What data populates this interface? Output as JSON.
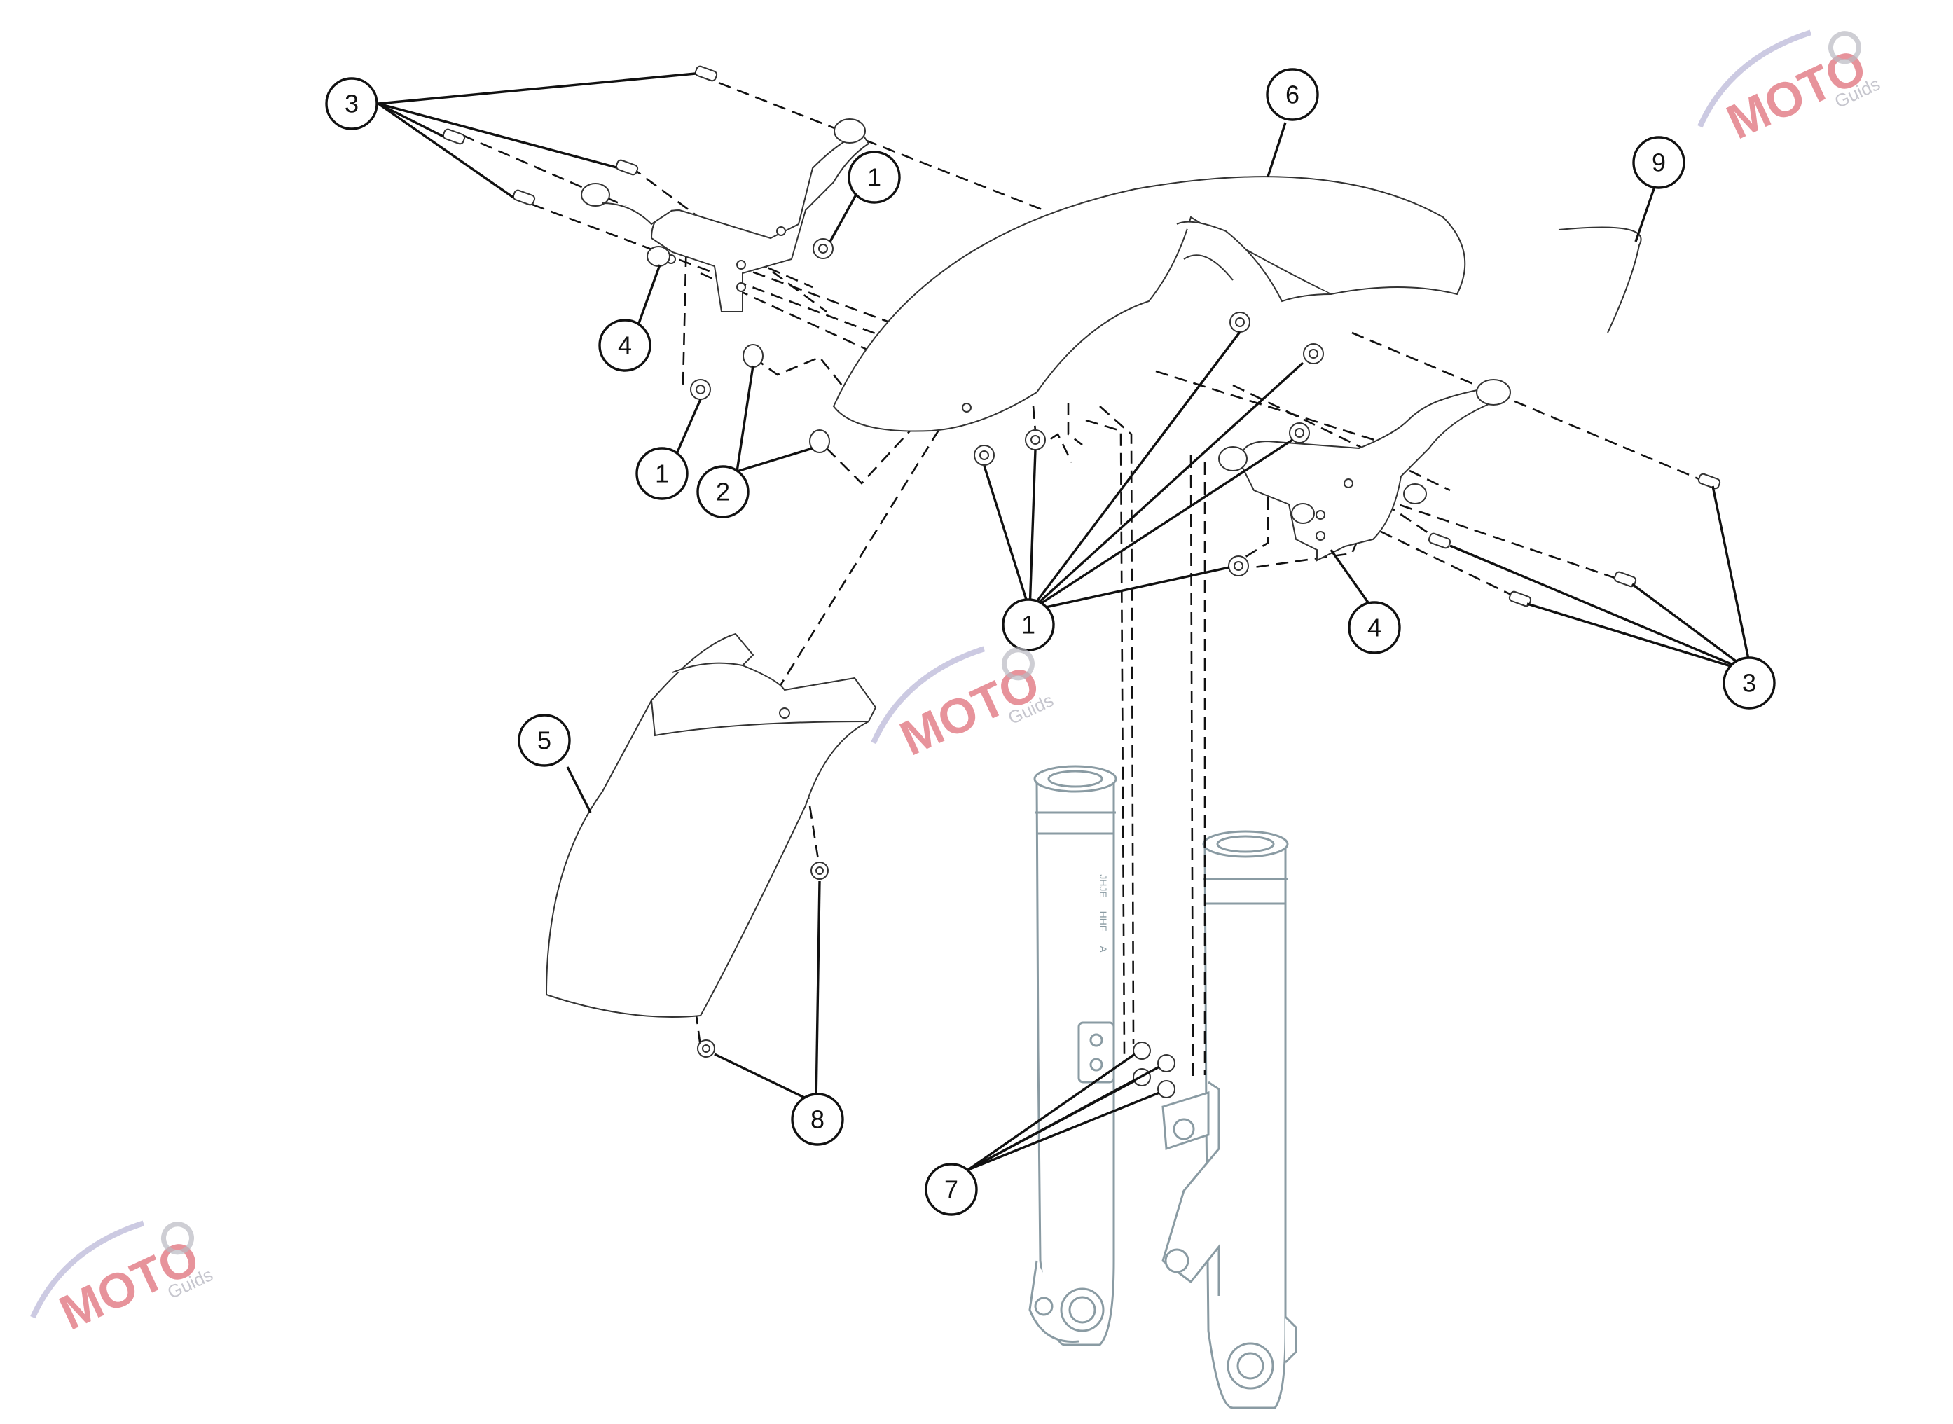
{
  "callouts": [
    {
      "id": "c3a",
      "label": "3"
    },
    {
      "id": "c6",
      "label": "6"
    },
    {
      "id": "c9",
      "label": "9"
    },
    {
      "id": "c1a",
      "label": "1"
    },
    {
      "id": "c4a",
      "label": "4"
    },
    {
      "id": "c1b",
      "label": "1"
    },
    {
      "id": "c2",
      "label": "2"
    },
    {
      "id": "c1c",
      "label": "1"
    },
    {
      "id": "c4b",
      "label": "4"
    },
    {
      "id": "c3b",
      "label": "3"
    },
    {
      "id": "c5",
      "label": "5"
    },
    {
      "id": "c8",
      "label": "8"
    },
    {
      "id": "c7",
      "label": "7"
    }
  ],
  "fork_markings": [
    "JHJE",
    "HHF",
    "A"
  ],
  "watermark": {
    "brand": "MOTO",
    "sub": "Guids",
    "color": "#e0707a"
  }
}
